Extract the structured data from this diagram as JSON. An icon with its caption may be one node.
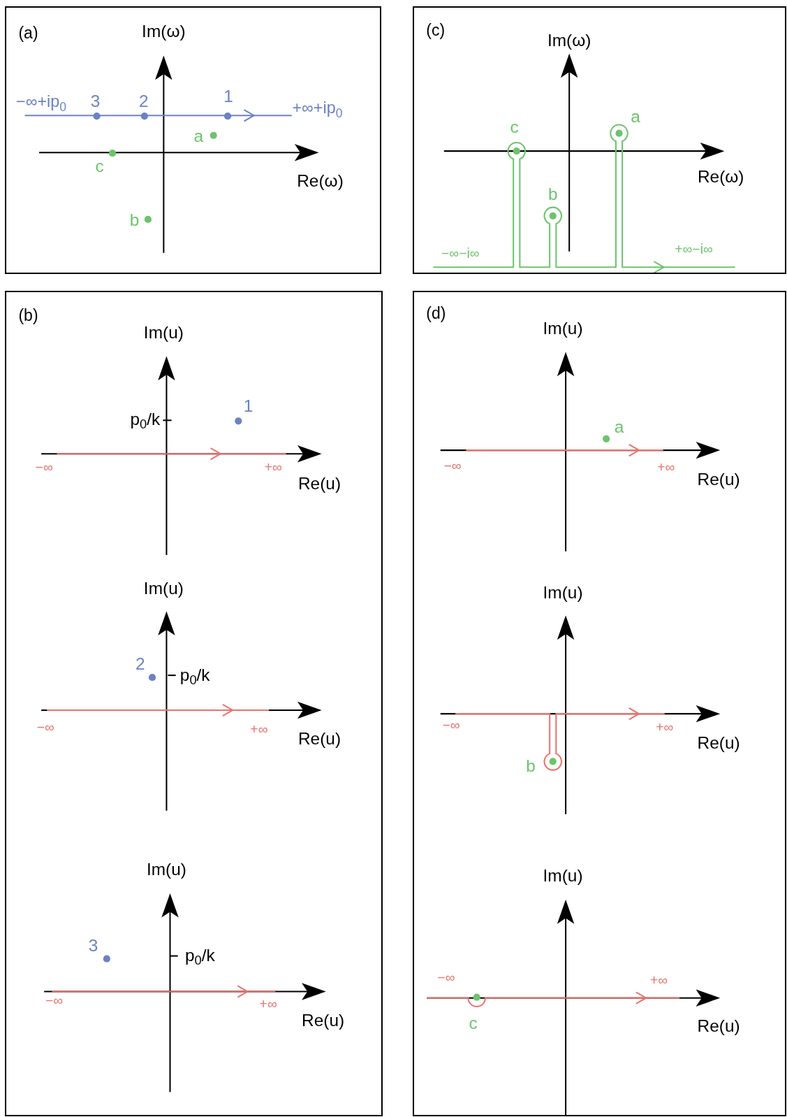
{
  "diagram": {
    "nodes": [
      {
        "text": [
          "(a)"
        ]
      },
      {
        "text": [
          "(c)"
        ]
      },
      {
        "text": [
          "(b)"
        ]
      },
      {
        "text": [
          "(d)"
        ]
      }
    ],
    "labels": [
      "Im(ω)",
      "−∞+ip$_{0}$",
      "3",
      "2",
      "1",
      "+∞+ip$_{0}$",
      "a",
      "c",
      "Re(ω)",
      "b",
      "Im(ω)",
      "c",
      "a",
      "Re(ω)",
      "b",
      "−∞−i∞",
      "+∞−i∞",
      "Im(u)",
      "1",
      "p$_{0}$/k",
      "−∞",
      "+∞",
      "Re(u)",
      "Im(u)",
      "2",
      "p$_{0}$/k",
      "−∞",
      "+∞",
      "Re(u)",
      "Im(u)",
      "3",
      "p$_{0}$/k",
      "−∞",
      "+∞",
      "Re(u)",
      "Im(u)",
      "a",
      "−∞",
      "+∞",
      "Re(u)",
      "Im(u)",
      "−∞",
      "+∞",
      "Re(u)",
      "b",
      "Im(u)",
      "−∞",
      "+∞",
      "Re(u)",
      "c"
    ]
  }
}
